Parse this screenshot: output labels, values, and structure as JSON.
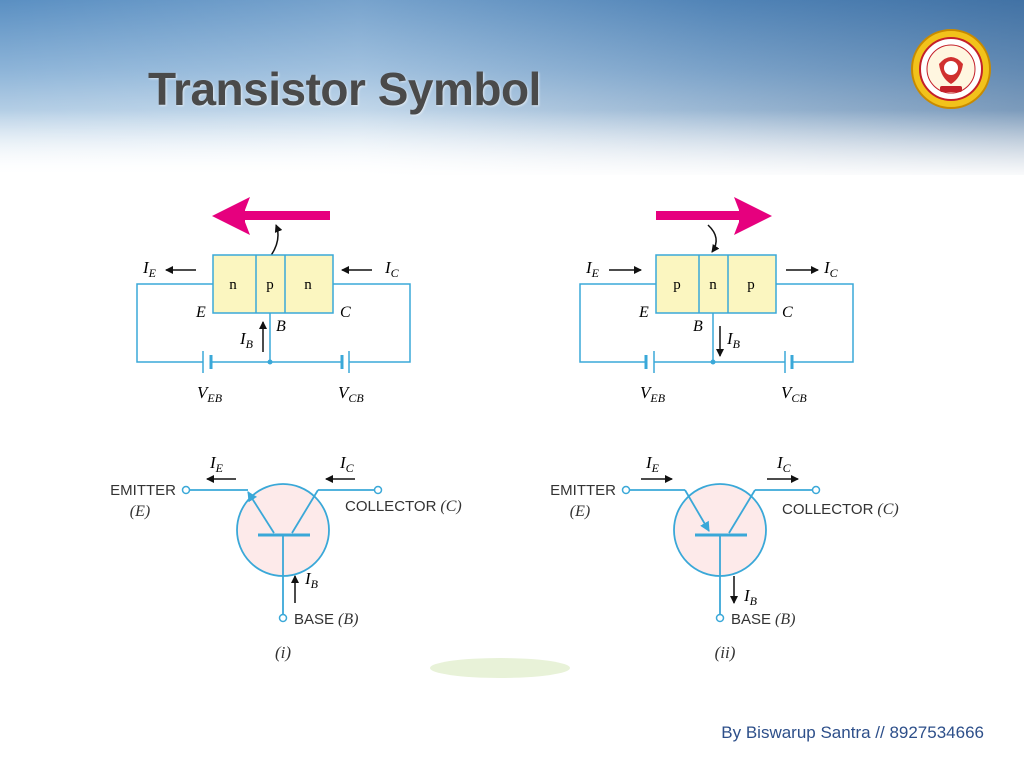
{
  "slide": {
    "title": "Transistor Symbol",
    "footer_credit": "By Biswarup Santra // 8927534666"
  },
  "colors": {
    "circuit_wire": "#3aa8d8",
    "emitter_arrow_magenta": "#e6007e",
    "semiconductor_fill": "#fbf6c0",
    "symbol_circle_fill": "#fdeaea",
    "title": "#4a4a4a",
    "footer_text": "#2d4f8a"
  },
  "icons": {
    "logo": "college-seal-icon",
    "flow_arrow": "magenta-arrow-icon"
  },
  "npn_block": {
    "regions": [
      "n",
      "p",
      "n"
    ],
    "ie_sub": "E",
    "ic_sub": "C",
    "ib_sub": "B",
    "current_symbol": "I",
    "emitter_terminal": "E",
    "base_terminal": "B",
    "collector_terminal": "C",
    "battery_left_main": "V",
    "battery_left_sub": "EB",
    "battery_right_main": "V",
    "battery_right_sub": "CB",
    "arrow_direction": "left"
  },
  "pnp_block": {
    "regions": [
      "p",
      "n",
      "p"
    ],
    "ie_sub": "E",
    "ic_sub": "C",
    "ib_sub": "B",
    "current_symbol": "I",
    "emitter_terminal": "E",
    "base_terminal": "B",
    "collector_terminal": "C",
    "battery_left_main": "V",
    "battery_left_sub": "EB",
    "battery_right_main": "V",
    "battery_right_sub": "CB",
    "arrow_direction": "right"
  },
  "npn_symbol": {
    "emitter_label": "EMITTER",
    "emitter_abbr": "(E)",
    "collector_label": "COLLECTOR",
    "collector_abbr": "(C)",
    "base_label": "BASE",
    "base_abbr": "(B)",
    "caption": "(i)",
    "ie_sub": "E",
    "ic_sub": "C",
    "ib_sub": "B",
    "current_symbol": "I"
  },
  "pnp_symbol": {
    "emitter_label": "EMITTER",
    "emitter_abbr": "(E)",
    "collector_label": "COLLECTOR",
    "collector_abbr": "(C)",
    "base_label": "BASE",
    "base_abbr": "(B)",
    "caption": "(ii)",
    "ie_sub": "E",
    "ic_sub": "C",
    "ib_sub": "B",
    "current_symbol": "I"
  }
}
